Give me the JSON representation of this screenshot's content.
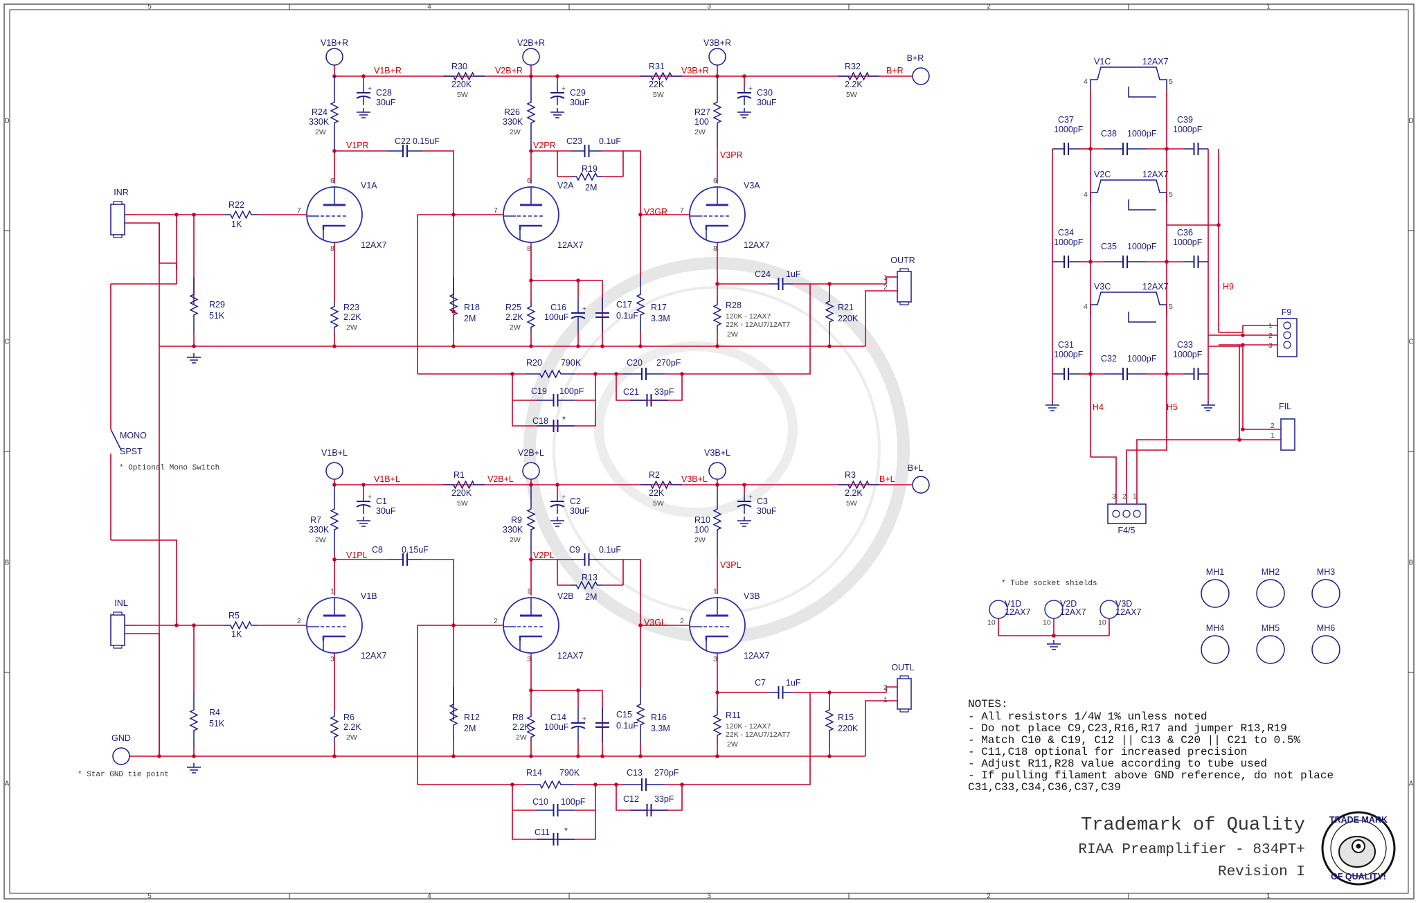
{
  "colors": {
    "wire": "#c8002a",
    "part": "#1a1a8a",
    "tube": "#2a2ab0",
    "text": "#1a1a7a",
    "net": "#cc0000",
    "frame": "#333333"
  },
  "frame": {
    "top": [
      "5",
      "4",
      "3",
      "2",
      "1"
    ],
    "rows": [
      "D",
      "C",
      "B",
      "A"
    ]
  },
  "nets": [
    "V1B+R",
    "V2B+R",
    "V3B+R",
    "B+R",
    "V1PR",
    "V2PR",
    "V3GR",
    "V3PR",
    "V1B+L",
    "V2B+L",
    "V3B+L",
    "B+L",
    "V1PL",
    "V2PL",
    "V3GL",
    "V3PL",
    "H9",
    "H4",
    "H5"
  ],
  "ports": [
    "V1B+R",
    "V2B+R",
    "V3B+R",
    "B+R",
    "V1B+L",
    "V2B+L",
    "V3B+L",
    "B+L",
    "GND"
  ],
  "connectors": {
    "inr": "INR",
    "inl": "INL",
    "outr": "OUTR",
    "outl": "OUTL",
    "f9": "F9",
    "fil": "FIL",
    "f45": "F4/5"
  },
  "switch": {
    "name": "MONO",
    "type": "SPST",
    "note": "* Optional Mono Switch"
  },
  "gnd_note": "* Star GND tie point",
  "shield_note": "* Tube socket shields",
  "tubes": {
    "v1a": {
      "ref": "V1A",
      "type": "12AX7"
    },
    "v2a": {
      "ref": "V2A",
      "type": "12AX7"
    },
    "v3a": {
      "ref": "V3A",
      "type": "12AX7"
    },
    "v1b": {
      "ref": "V1B",
      "type": "12AX7"
    },
    "v2b": {
      "ref": "V2B",
      "type": "12AX7"
    },
    "v3b": {
      "ref": "V3B",
      "type": "12AX7"
    },
    "v1c": {
      "ref": "V1C",
      "type": "12AX7"
    },
    "v2c": {
      "ref": "V2C",
      "type": "12AX7"
    },
    "v3c": {
      "ref": "V3C",
      "type": "12AX7"
    },
    "v1d": {
      "ref": "V1D",
      "type": "12AX7"
    },
    "v2d": {
      "ref": "V2D",
      "type": "12AX7"
    },
    "v3d": {
      "ref": "V3D",
      "type": "12AX7"
    }
  },
  "parts": {
    "r22": {
      "ref": "R22",
      "val": "1K"
    },
    "r29": {
      "ref": "R29",
      "val": "51K"
    },
    "r24": {
      "ref": "R24",
      "val": "330K",
      "w": "2W"
    },
    "r23": {
      "ref": "R23",
      "val": "2.2K",
      "w": "2W"
    },
    "r30": {
      "ref": "R30",
      "val": "220K",
      "w": "5W"
    },
    "r26": {
      "ref": "R26",
      "val": "330K",
      "w": "2W"
    },
    "r18": {
      "ref": "R18",
      "val": "2M"
    },
    "r25": {
      "ref": "R25",
      "val": "2.2K",
      "w": "2W"
    },
    "r19": {
      "ref": "R19",
      "val": "2M"
    },
    "r17": {
      "ref": "R17",
      "val": "3.3M"
    },
    "r31": {
      "ref": "R31",
      "val": "22K",
      "w": "5W"
    },
    "r27": {
      "ref": "R27",
      "val": "100",
      "w": "2W"
    },
    "r28": {
      "ref": "R28",
      "val": "120K - 12AX7",
      "val2": "22K - 12AU7/12AT7",
      "w": "2W"
    },
    "r32": {
      "ref": "R32",
      "val": "2.2K",
      "w": "5W"
    },
    "r21": {
      "ref": "R21",
      "val": "220K"
    },
    "r20": {
      "ref": "R20",
      "val": "790K"
    },
    "r5": {
      "ref": "R5",
      "val": "1K"
    },
    "r4": {
      "ref": "R4",
      "val": "51K"
    },
    "r7": {
      "ref": "R7",
      "val": "330K",
      "w": "2W"
    },
    "r6": {
      "ref": "R6",
      "val": "2.2K",
      "w": "2W"
    },
    "r1": {
      "ref": "R1",
      "val": "220K",
      "w": "5W"
    },
    "r9": {
      "ref": "R9",
      "val": "330K",
      "w": "2W"
    },
    "r12": {
      "ref": "R12",
      "val": "2M"
    },
    "r8": {
      "ref": "R8",
      "val": "2.2K",
      "w": "2W"
    },
    "r13": {
      "ref": "R13",
      "val": "2M"
    },
    "r16": {
      "ref": "R16",
      "val": "3.3M"
    },
    "r2": {
      "ref": "R2",
      "val": "22K",
      "w": "5W"
    },
    "r10": {
      "ref": "R10",
      "val": "100",
      "w": "2W"
    },
    "r11": {
      "ref": "R11",
      "val": "120K - 12AX7",
      "val2": "22K - 12AU7/12AT7",
      "w": "2W"
    },
    "r3": {
      "ref": "R3",
      "val": "2.2K",
      "w": "5W"
    },
    "r15": {
      "ref": "R15",
      "val": "220K"
    },
    "r14": {
      "ref": "R14",
      "val": "790K"
    },
    "c28": {
      "ref": "C28",
      "val": "30uF"
    },
    "c29": {
      "ref": "C29",
      "val": "30uF"
    },
    "c30": {
      "ref": "C30",
      "val": "30uF"
    },
    "c22": {
      "ref": "C22",
      "val": "0.15uF"
    },
    "c23": {
      "ref": "C23",
      "val": "0.1uF"
    },
    "c16": {
      "ref": "C16",
      "val": "100uF"
    },
    "c17": {
      "ref": "C17",
      "val": "0.1uF"
    },
    "c24": {
      "ref": "C24",
      "val": "1uF"
    },
    "c20": {
      "ref": "C20",
      "val": "270pF"
    },
    "c21": {
      "ref": "C21",
      "val": "33pF"
    },
    "c19": {
      "ref": "C19",
      "val": "100pF"
    },
    "c18": {
      "ref": "C18",
      "val": "*"
    },
    "c1": {
      "ref": "C1",
      "val": "30uF"
    },
    "c2": {
      "ref": "C2",
      "val": "30uF"
    },
    "c3": {
      "ref": "C3",
      "val": "30uF"
    },
    "c8": {
      "ref": "C8",
      "val": "0.15uF"
    },
    "c9": {
      "ref": "C9",
      "val": "0.1uF"
    },
    "c14": {
      "ref": "C14",
      "val": "100uF"
    },
    "c15": {
      "ref": "C15",
      "val": "0.1uF"
    },
    "c7": {
      "ref": "C7",
      "val": "1uF"
    },
    "c13": {
      "ref": "C13",
      "val": "270pF"
    },
    "c12": {
      "ref": "C12",
      "val": "33pF"
    },
    "c10": {
      "ref": "C10",
      "val": "100pF"
    },
    "c11": {
      "ref": "C11",
      "val": "*"
    },
    "c37": {
      "ref": "C37",
      "val": "1000pF"
    },
    "c38": {
      "ref": "C38",
      "val": "1000pF"
    },
    "c39": {
      "ref": "C39",
      "val": "1000pF"
    },
    "c34": {
      "ref": "C34",
      "val": "1000pF"
    },
    "c35": {
      "ref": "C35",
      "val": "1000pF"
    },
    "c36": {
      "ref": "C36",
      "val": "1000pF"
    },
    "c31": {
      "ref": "C31",
      "val": "1000pF"
    },
    "c32": {
      "ref": "C32",
      "val": "1000pF"
    },
    "c33": {
      "ref": "C33",
      "val": "1000pF"
    }
  },
  "mounting_holes": [
    "MH1",
    "MH2",
    "MH3",
    "MH4",
    "MH5",
    "MH6"
  ],
  "notes": {
    "heading": "NOTES:",
    "lines": [
      "- All resistors 1/4W 1% unless noted",
      "- Do not place C9,C23,R16,R17 and jumper R13,R19",
      "- Match C10 & C19, C12 || C13 & C20 || C21 to 0.5%",
      "- C11,C18 optional for increased precision",
      "- Adjust R11,R28 value according to tube used",
      "- If pulling filament above GND reference, do not place",
      "  C31,C33,C34,C36,C37,C39"
    ]
  },
  "title_block": {
    "company": "Trademark of Quality",
    "project": "RIAA Preamplifier - 834PT+",
    "revision": "Revision I"
  },
  "logo": {
    "top": "TRADE MARK",
    "bottom": "OF QUALITY!"
  }
}
